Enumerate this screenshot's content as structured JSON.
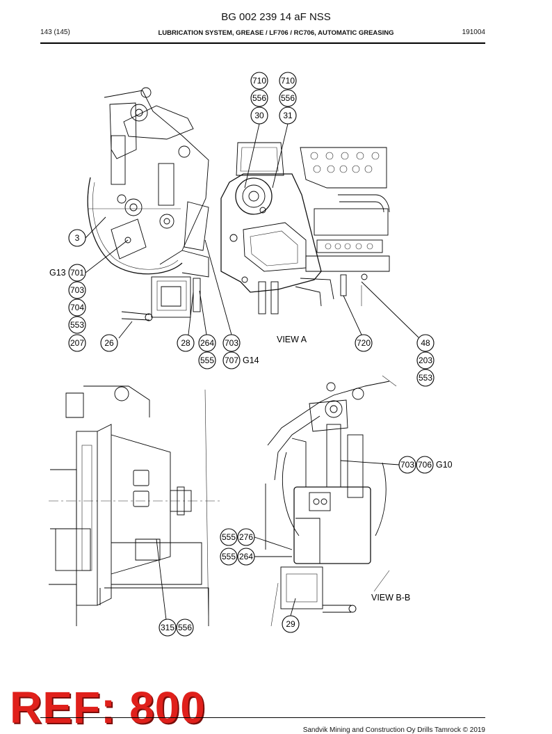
{
  "header": {
    "doc_title": "BG 002 239 14 aF NSS",
    "page_number": "143 (145)",
    "section_title": "LUBRICATION SYSTEM, GREASE / LF706 / RC706, AUTOMATIC GREASING",
    "doc_code": "191004"
  },
  "views": {
    "view_a": "VIEW A",
    "view_bb": "VIEW B-B"
  },
  "callouts": {
    "c710a": "710",
    "c710b": "710",
    "c556a": "556",
    "c556b": "556",
    "c30": "30",
    "c31": "31",
    "c3": "3",
    "c701": "701",
    "c703a": "703",
    "c704": "704",
    "c553a": "553",
    "c207": "207",
    "c26": "26",
    "c28": "28",
    "c264a": "264",
    "c703b": "703",
    "c555a": "555",
    "c707": "707",
    "c720": "720",
    "c48": "48",
    "c203": "203",
    "c553b": "553",
    "c703c": "703",
    "c706": "706",
    "c555b": "555",
    "c276": "276",
    "c555c": "555",
    "c264b": "264",
    "c29": "29",
    "c315": "315",
    "c556c": "556"
  },
  "group_labels": {
    "g13": "G13",
    "g14": "G14",
    "g10": "G10"
  },
  "stamp": {
    "text": "REF: 800",
    "color": "#e0201b"
  },
  "footer": {
    "copyright": "Sandvik Mining and Construction Oy Drills Tamrock © 2019"
  }
}
